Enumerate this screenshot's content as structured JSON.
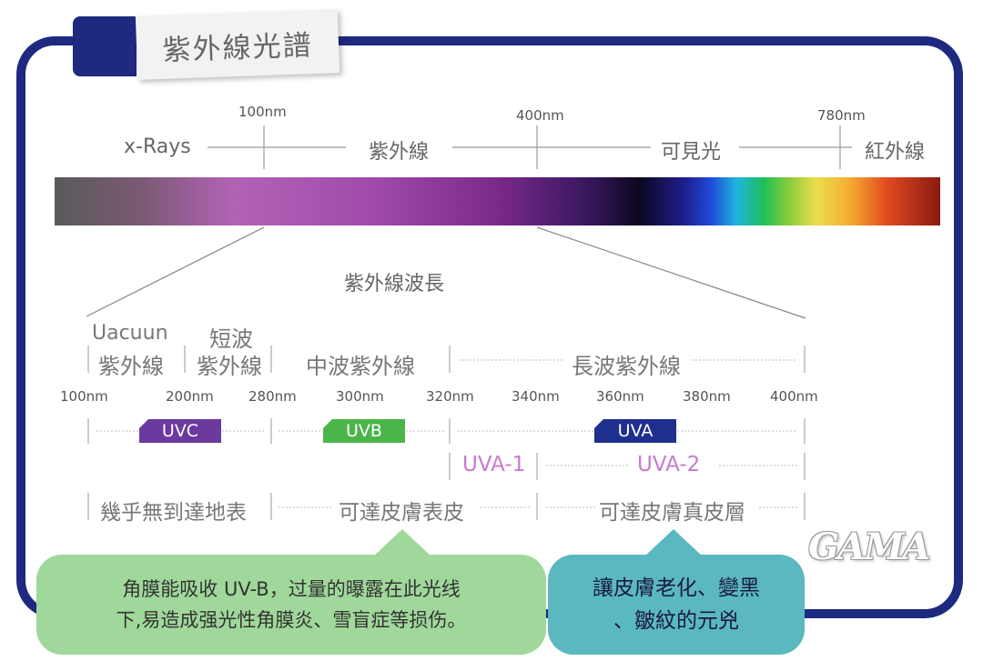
{
  "title": "紫外線光譜",
  "spectrum": {
    "ticks": [
      "100nm",
      "400nm",
      "780nm"
    ],
    "regions": [
      "x-Rays",
      "紫外線",
      "可見光",
      "紅外線"
    ]
  },
  "uv_wavelength_label": "紫外線波長",
  "categories": {
    "vacuum_1": "Uacuun",
    "vacuum_2": "紫外線",
    "short_1": "短波",
    "short_2": "紫外線",
    "medium": "中波紫外線",
    "long": "長波紫外線"
  },
  "wavelengths": [
    "100nm",
    "200nm",
    "280nm",
    "300nm",
    "320nm",
    "340nm",
    "360nm",
    "380nm",
    "400nm"
  ],
  "bands": {
    "uvc": "UVC",
    "uvb": "UVB",
    "uva": "UVA",
    "uva1": "UVA-1",
    "uva2": "UVA-2"
  },
  "effects": {
    "uvc": "幾乎無到達地表",
    "uvb": "可達皮膚表皮",
    "uva": "可達皮膚真皮層"
  },
  "bubbles": {
    "uvb_line1": "角膜能吸收 UV-B，过量的曝露在此光线",
    "uvb_line2": "下,易造成强光性角膜炎、雪盲症等损伤。",
    "uva_line1": "讓皮膚老化、變黑",
    "uva_line2": "、皺紋的元兇"
  },
  "logo": "GAMA",
  "colors": {
    "frame": "#1e2a80",
    "uvc": "#6a3a9e",
    "uvb": "#4cb54a",
    "uva": "#1f2f8e",
    "uva_sub": "#c77bcf",
    "bubble_left": "#9fd89a",
    "bubble_right": "#5ab8c0"
  }
}
